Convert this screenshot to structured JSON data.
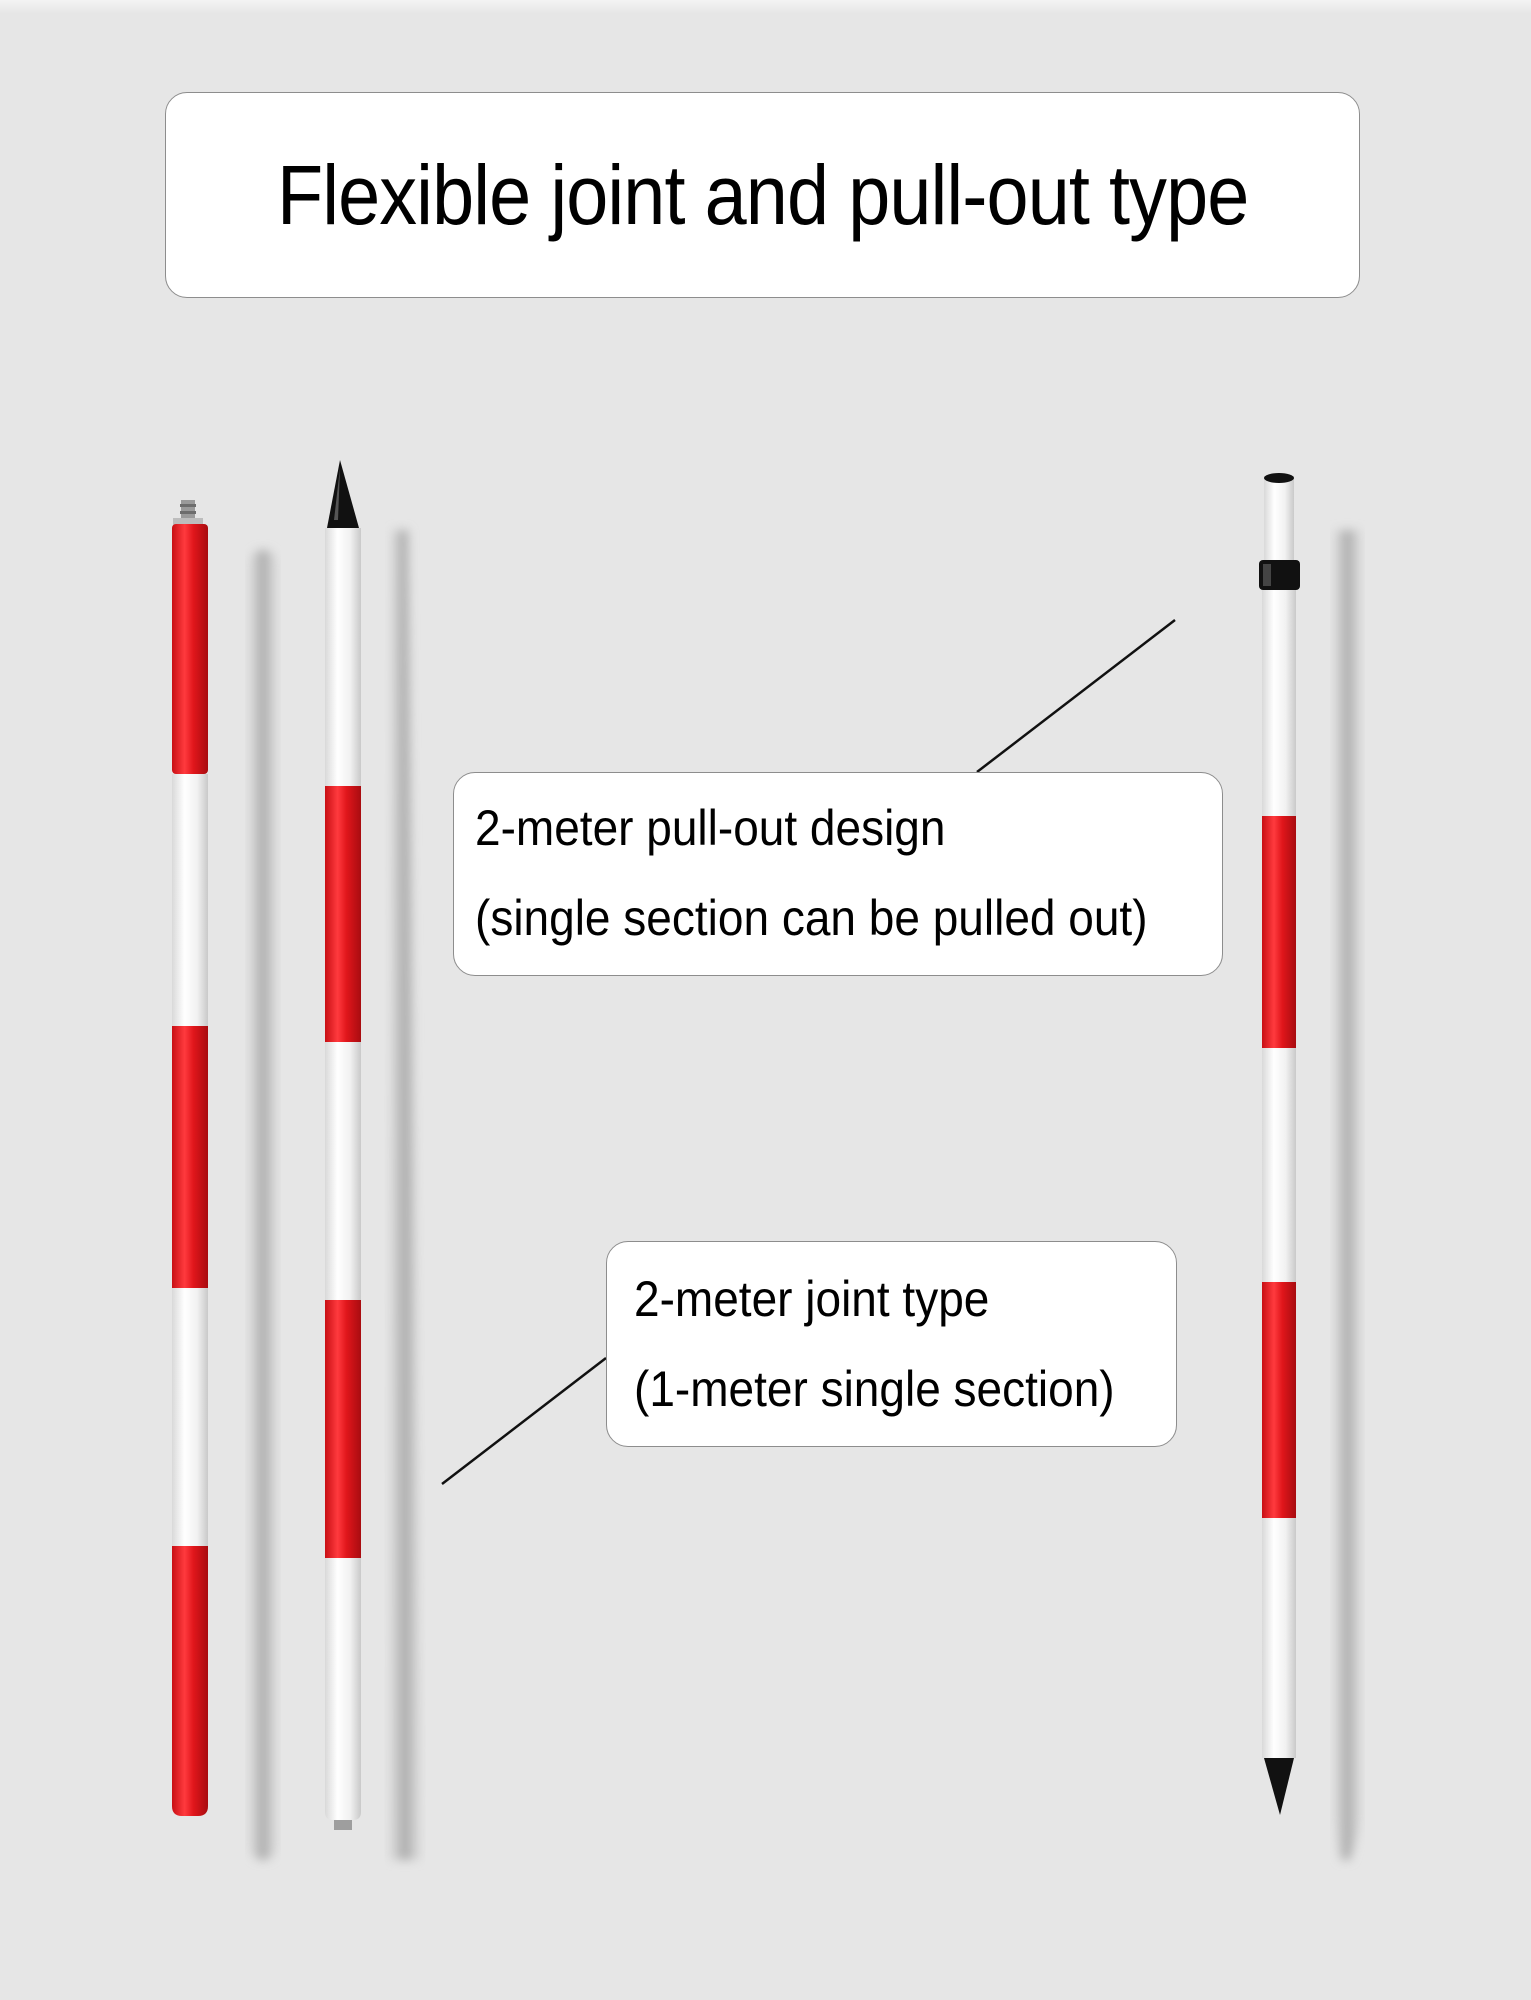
{
  "title": "Flexible joint and pull-out type",
  "callouts": {
    "pullout": {
      "line1": "2-meter pull-out design",
      "line2": "(single section can be pulled out)"
    },
    "joint": {
      "line1": "2-meter joint type",
      "line2": "(1-meter single section)"
    }
  },
  "colors": {
    "background": "#e6e6e6",
    "pole_red": "#e0161b",
    "pole_white": "#f7f7f7",
    "pole_tip": "#111111",
    "shadow": "#a8a8a8"
  }
}
